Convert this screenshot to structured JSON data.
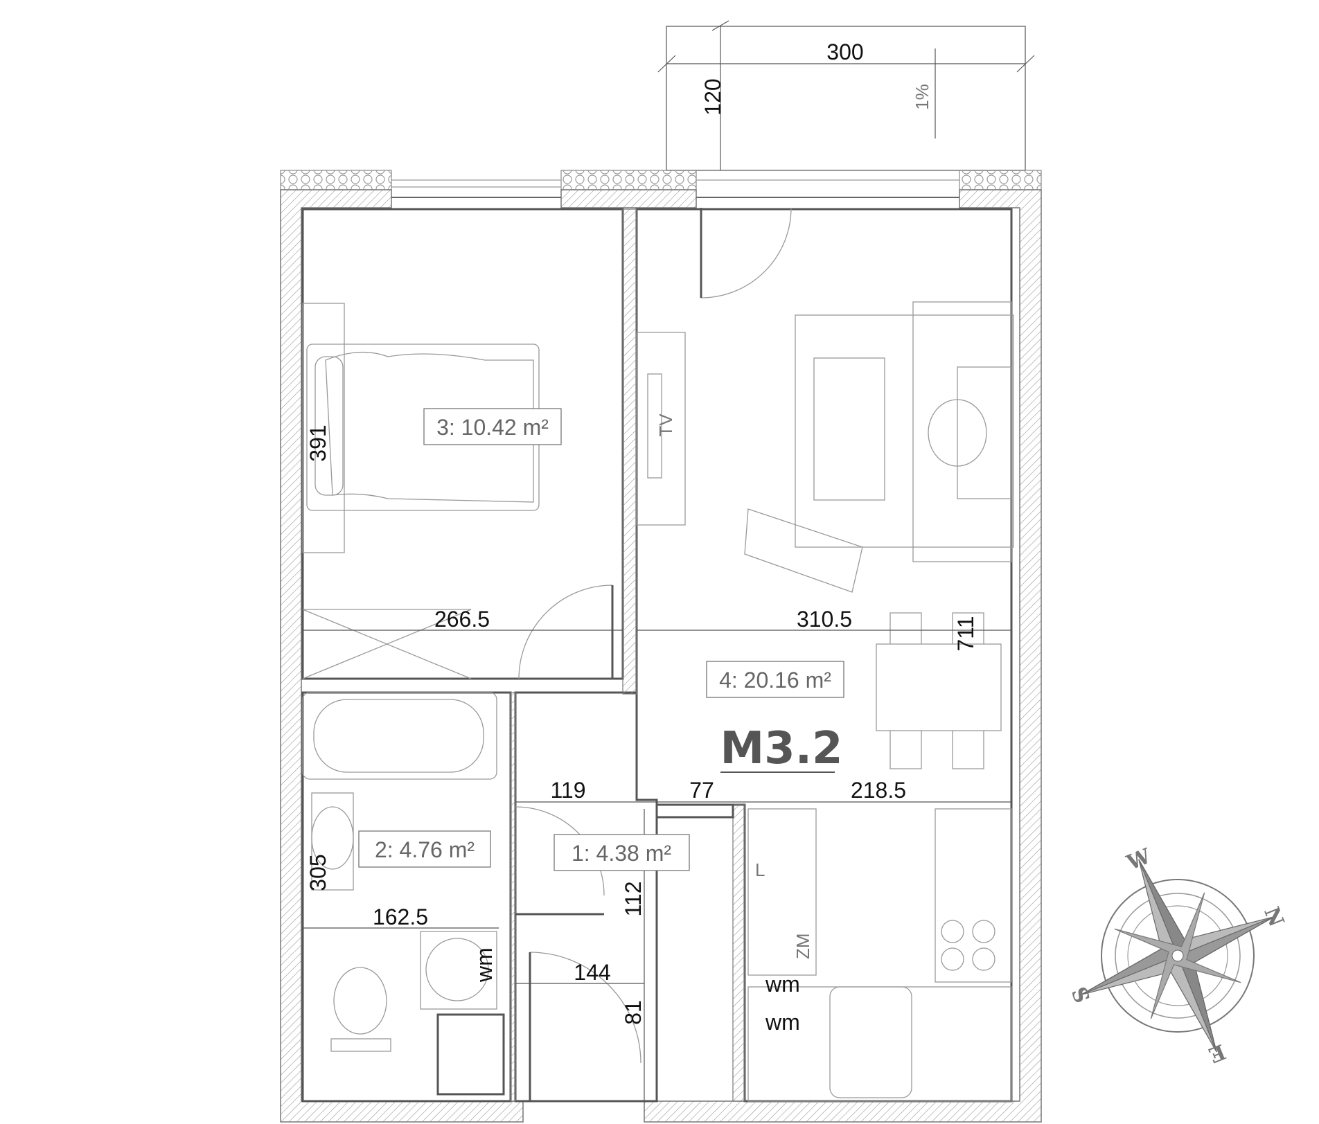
{
  "title": "M3.2",
  "rooms": [
    {
      "label": "1: 4.38 m²"
    },
    {
      "label": "2: 4.76 m²"
    },
    {
      "label": "3: 10.42 m²"
    },
    {
      "label": "4: 20.16 m²"
    }
  ],
  "dimensions": {
    "balcony_width": "300",
    "balcony_depth": "120",
    "balcony_slope": "1%",
    "bedroom_height": "391",
    "bedroom_width": "266.5",
    "living_width": "310.5",
    "living_height": "711",
    "hall_width": "119",
    "hall_mid": "77",
    "kitchen_width": "218.5",
    "bath_height": "305",
    "bath_width": "162.5",
    "hall_depth": "112",
    "entry_width": "144",
    "entry_depth": "81"
  },
  "fixtures": {
    "tv": "TV",
    "wm_bath": "wm",
    "wm_1": "wm",
    "wm_2": "wm",
    "zm": "ZM",
    "l_mark": "L"
  },
  "compass": {
    "north": "N",
    "south": "S",
    "east": "E",
    "west": "W"
  }
}
